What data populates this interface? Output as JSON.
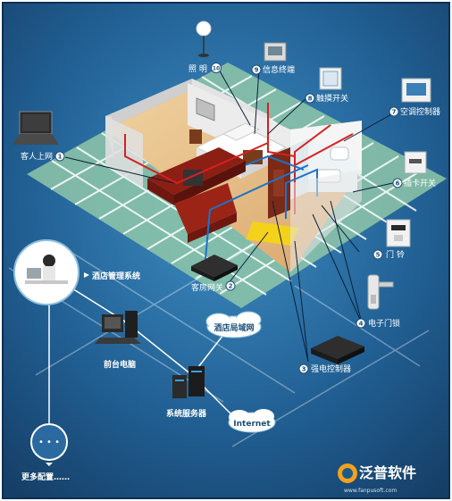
{
  "devices": {
    "guest_internet": {
      "label": "客人上网",
      "num": "1"
    },
    "room_gateway": {
      "label": "客房网关",
      "num": "2"
    },
    "power_controller": {
      "label": "强电控制器",
      "num": "3"
    },
    "door_lock": {
      "label": "电子门锁",
      "num": "4"
    },
    "doorbell": {
      "label": "门  铃",
      "num": "5"
    },
    "card_switch": {
      "label": "插卡开关",
      "num": "6"
    },
    "ac_controller": {
      "label": "空调控制器",
      "num": "7"
    },
    "touch_switch": {
      "label": "触摸开关",
      "num": "8"
    },
    "info_terminal": {
      "label": "信息终端",
      "num": "9"
    },
    "lighting": {
      "label": "照  明",
      "num": "10"
    }
  },
  "network": {
    "hotel_mgmt": "酒店管理系统",
    "front_desk": "前台电脑",
    "lan": "酒店局域网",
    "server": "系统服务器",
    "internet": "Internet",
    "more": "更多配置……"
  },
  "logo": {
    "text": "泛普软件",
    "url": "www.fanpusoft.com"
  },
  "colors": {
    "background": "#1c5a8a",
    "accent": "#2aa7d6",
    "red": "#d62020",
    "blue": "#1a74c8",
    "floor": "#8fc7a8"
  }
}
